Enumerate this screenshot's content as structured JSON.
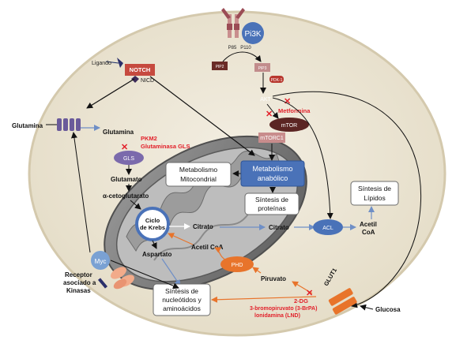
{
  "diagram": {
    "receptor_labels": {
      "ligando": "Ligando",
      "notch": "NOTCH",
      "nicd": "NICD",
      "p85": "P85",
      "p110": "P110",
      "pi3k": "Pi3K"
    },
    "signaling": {
      "pip2": "PIP2",
      "pip3": "PIP3",
      "pdk1": "PDK-1",
      "akt": "AKT",
      "mtor": "mTOR",
      "mtorc1": "mTORC1",
      "metformina": "Metformina"
    },
    "membrane": {
      "glutamina_out": "Glutamina",
      "glutamina_in": "Glutamina",
      "glucosa": "Glucosa",
      "glut1": "GLUT1"
    },
    "enzymes": {
      "pkm2": "PKM2",
      "gls_inhibitor": "Glutaminasa GLS",
      "gls": "GLS",
      "acl": "ACL",
      "phd": "PHD",
      "myc": "Myc"
    },
    "metabolites": {
      "glutamato": "Glutamato",
      "alfa_kg": "α-cetoglutarato",
      "krebs_line1": "Ciclo",
      "krebs_line2": "de Krebs",
      "citrato_mito": "Citrato",
      "citrato_cyto": "Citrato",
      "aspartato": "Aspartato",
      "acetil_coa_mito": "Acetil CoA",
      "acetil_coa_cyto_line1": "Acetil",
      "acetil_coa_cyto_line2": "CoA",
      "piruvato": "Piruvato"
    },
    "boxes": {
      "metab_mito_line1": "Metabolismo",
      "metab_mito_line2": "Mitocondrial",
      "metab_anab_line1": "Metabolismo",
      "metab_anab_line2": "anabólico",
      "sint_prot_line1": "Síntesis de",
      "sint_prot_line2": "proteínas",
      "sint_lip_line1": "Síntesis de",
      "sint_lip_line2": "Lípidos",
      "sint_nuc_line1": "Síntesis de",
      "sint_nuc_line2": "nucleótidos y",
      "sint_nuc_line3": "aminoácidos"
    },
    "inhibitors": {
      "dg": "2-DG",
      "bromo": "3-bromopiruvato (3-BrPA)",
      "lonidamina": "lonidamina (LND)"
    },
    "receptor_kinase": {
      "line1": "Receptor",
      "line2": "asociado a",
      "line3": "Kinasas"
    },
    "colors": {
      "cell": "#ebe4d2",
      "red_label": "#e2202a",
      "blue_box": "#4a72b8",
      "enzyme_purple": "#7b6aac",
      "orange": "#e8742b",
      "notch_red": "#c64a3f"
    }
  }
}
